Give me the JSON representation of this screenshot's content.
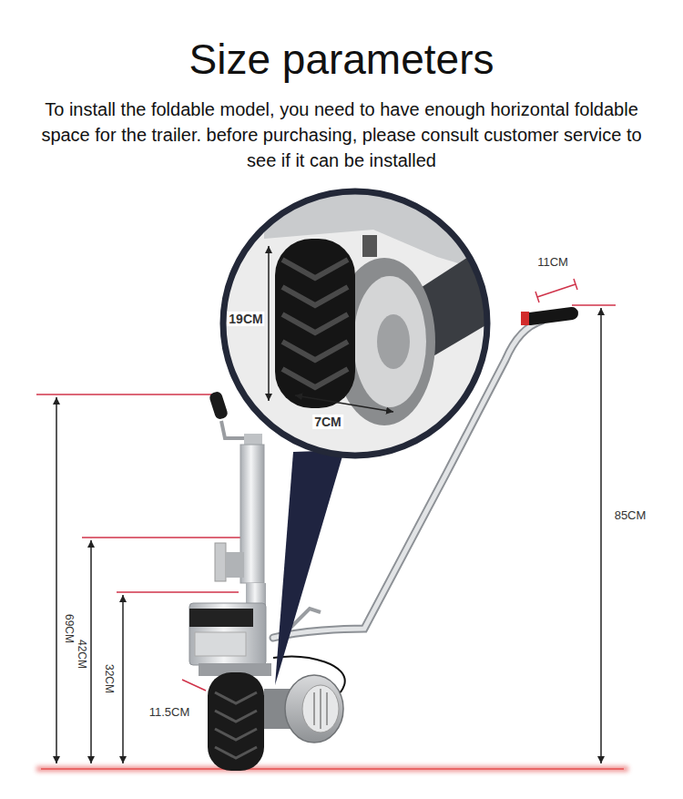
{
  "diagram": {
    "title": "Size parameters",
    "labels": [
      "To install the foldable model, you need to have enough horizontal foldable space for the trailer. before purchasing, please consult customer service to see if it can be installed",
      "11CM",
      "19CM",
      "7CM",
      "85CM",
      "69CM",
      "42CM",
      "32CM",
      "11.5CM"
    ]
  }
}
